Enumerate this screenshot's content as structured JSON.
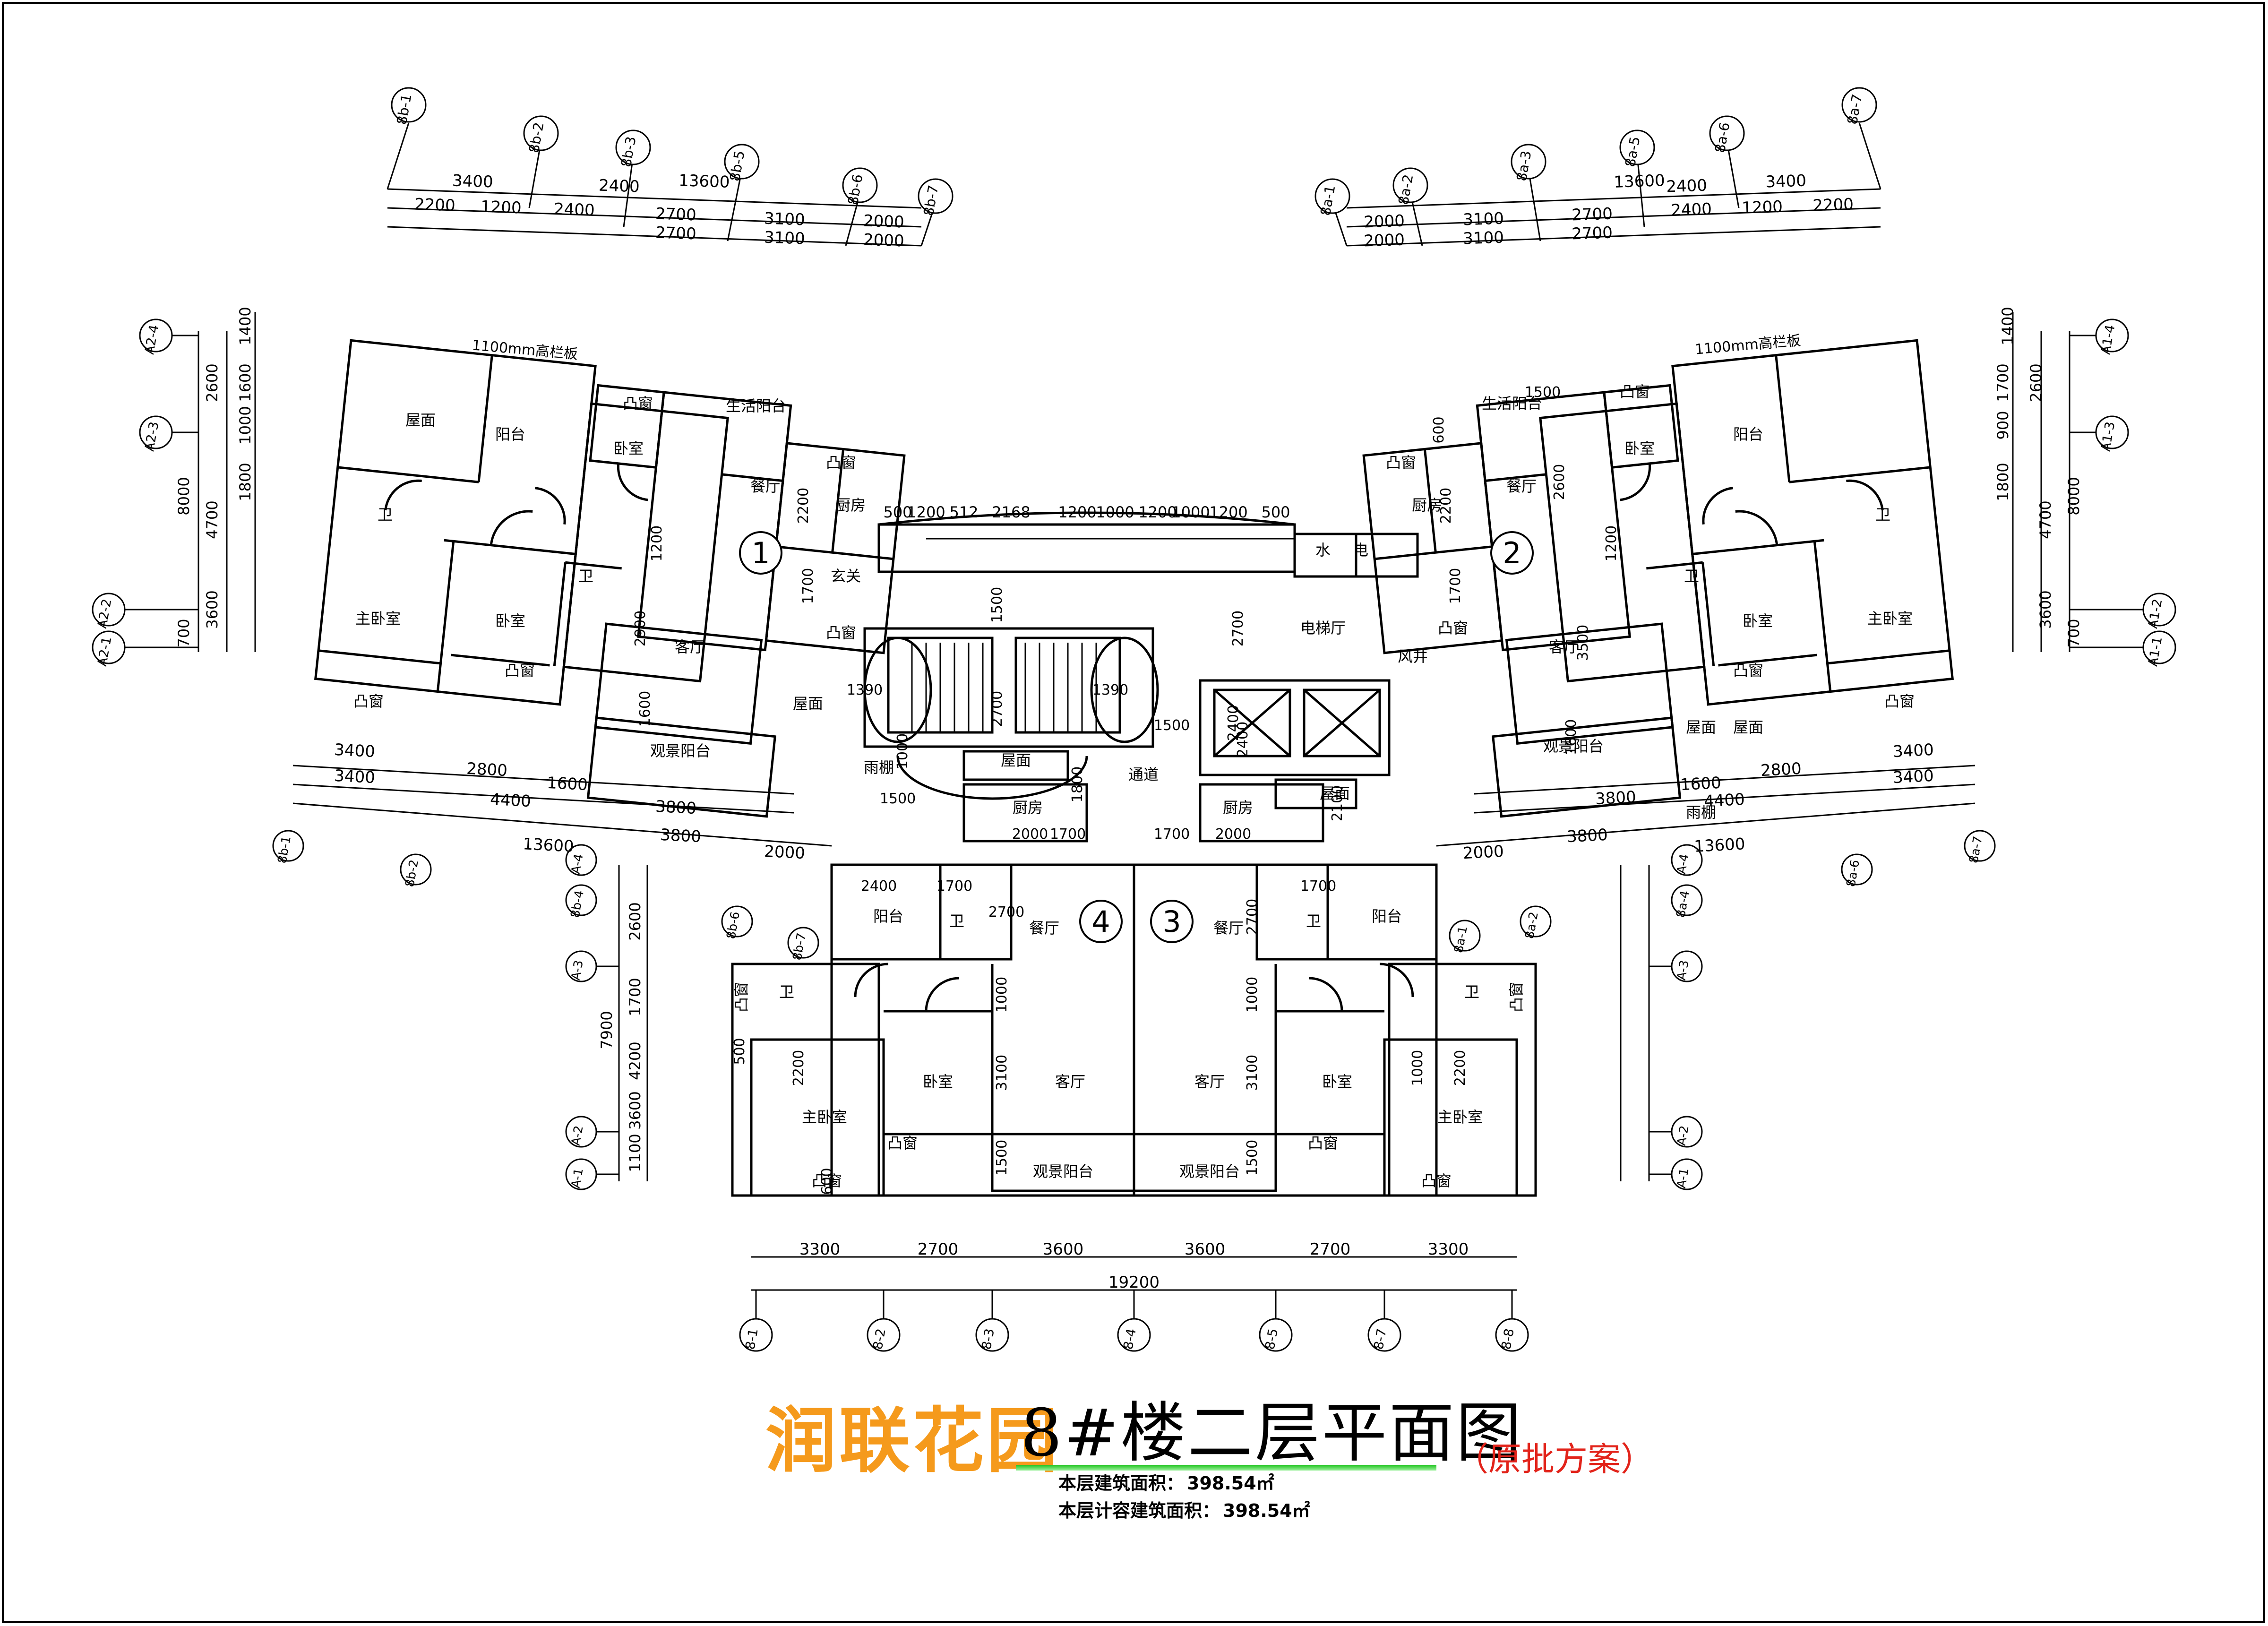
{
  "project_name": "润联花园",
  "drawing_title": "8#楼二层平面图",
  "scheme_note": "（原批方案）",
  "area_rows": [
    {
      "label": "本层建筑面积：",
      "value": "398.54㎡"
    },
    {
      "label": "本层计容建筑面积：",
      "value": "398.54㎡"
    }
  ],
  "units": [
    "1",
    "2",
    "3",
    "4"
  ],
  "axes": {
    "top_left": [
      "8b-1",
      "8b-2",
      "8b-3",
      "8b-5",
      "8b-6",
      "8b-7"
    ],
    "top_right": [
      "8a-1",
      "8a-2",
      "8a-3",
      "8a-5",
      "8a-6",
      "8a-7"
    ],
    "left_side": [
      "A2-4",
      "A2-3",
      "A2-2",
      "A2-1"
    ],
    "right_side": [
      "A1-4",
      "A1-3",
      "A1-2",
      "A1-1"
    ],
    "bottom": [
      "8-1",
      "8-2",
      "8-3",
      "8-4",
      "8-5",
      "8-7",
      "8-8"
    ],
    "lower_left": [
      "A-4",
      "A-3",
      "A-2",
      "A-1"
    ],
    "lower_right": [
      "A-4",
      "A-3",
      "A-2",
      "A-1"
    ],
    "mid_left": [
      "8b-1",
      "8b-2",
      "8b-6",
      "8b-7",
      "8b-4"
    ],
    "mid_right": [
      "8a-1",
      "8a-2",
      "8a-6",
      "8a-7",
      "8a-4"
    ]
  },
  "dims": {
    "top_left_row1": [
      "3400",
      "2400",
      "13600"
    ],
    "top_left_row2": [
      "2200",
      "1200",
      "2400",
      "2700",
      "3100",
      "2000"
    ],
    "top_left_row3": [
      "2700",
      "3100",
      "2000"
    ],
    "top_right_row1": [
      "13600",
      "2400",
      "3400"
    ],
    "top_right_row2": [
      "2000",
      "3100",
      "2700",
      "2400",
      "1200",
      "2200"
    ],
    "top_right_row3": [
      "2000",
      "3100",
      "2700"
    ],
    "left_outer": [
      "8000",
      "4700",
      "3600",
      "700",
      "1400",
      "2600",
      "1600",
      "1000",
      "1800"
    ],
    "right_outer": [
      "1400",
      "2600",
      "8000",
      "1700",
      "900",
      "1800",
      "4700",
      "3600",
      "700"
    ],
    "corridor": [
      "500",
      "1200",
      "512",
      "2168",
      "1200",
      "1000",
      "1200",
      "1000",
      "1200",
      "500"
    ],
    "mid_left_rows": [
      "3400",
      "2800",
      "1600",
      "3400",
      "4400",
      "3800",
      "13600",
      "3800",
      "2000"
    ],
    "mid_right_rows": [
      "3400",
      "2800",
      "1600",
      "3800",
      "4400",
      "3400",
      "13600",
      "3800",
      "2000"
    ],
    "bottom_row": [
      "3300",
      "2700",
      "3600",
      "3600",
      "2700",
      "3300"
    ],
    "bottom_total": "19200",
    "lower_side": [
      "7900",
      "2600",
      "1700",
      "4200",
      "3600",
      "1100"
    ],
    "inner": [
      "1390",
      "1390",
      "1500",
      "1500",
      "2700",
      "2700",
      "1500",
      "1000",
      "1800",
      "1700",
      "1700",
      "2000",
      "2000",
      "2100",
      "2400",
      "2400",
      "1700",
      "1700",
      "2700",
      "2700",
      "1000",
      "1000",
      "3100",
      "3100",
      "1500",
      "1500",
      "2200",
      "2200",
      "500",
      "1000",
      "600",
      "2200",
      "1700",
      "2900",
      "1200",
      "1600",
      "1200",
      "2600",
      "3500",
      "1600",
      "1500",
      "600",
      "2200",
      "1700",
      "2400"
    ]
  },
  "rooms": {
    "u1": [
      "屋面",
      "阳台",
      "凸窗",
      "卧室",
      "生活阳台",
      "餐厅",
      "凸窗",
      "厨房",
      "卫",
      "卫",
      "主卧室",
      "卧室",
      "凸窗",
      "凸窗",
      "客厅",
      "观景阳台",
      "屋面",
      "凸窗",
      "玄关"
    ],
    "u2": [
      "生活阳台",
      "凸窗",
      "卧室",
      "阳台",
      "凸窗",
      "厨房",
      "餐厅",
      "卫",
      "卫",
      "主卧室",
      "卧室",
      "凸窗",
      "凸窗",
      "客厅",
      "观景阳台",
      "屋面",
      "屋面",
      "凸窗",
      "风井",
      "雨棚"
    ],
    "core": [
      "水",
      "电",
      "电梯厅",
      "通道",
      "屋面",
      "雨棚",
      "厨房",
      "厨房",
      "屋面"
    ],
    "u3": [
      "阳台",
      "卫",
      "餐厅",
      "卫",
      "凸窗",
      "卧室",
      "客厅",
      "主卧室",
      "凸窗",
      "凸窗",
      "观景阳台"
    ],
    "u4": [
      "阳台",
      "卫",
      "餐厅",
      "卫",
      "凸窗",
      "卧室",
      "客厅",
      "主卧室",
      "凸窗",
      "凸窗",
      "观景阳台"
    ]
  },
  "notes": [
    "1100mm高栏板",
    "1100mm高栏板"
  ]
}
